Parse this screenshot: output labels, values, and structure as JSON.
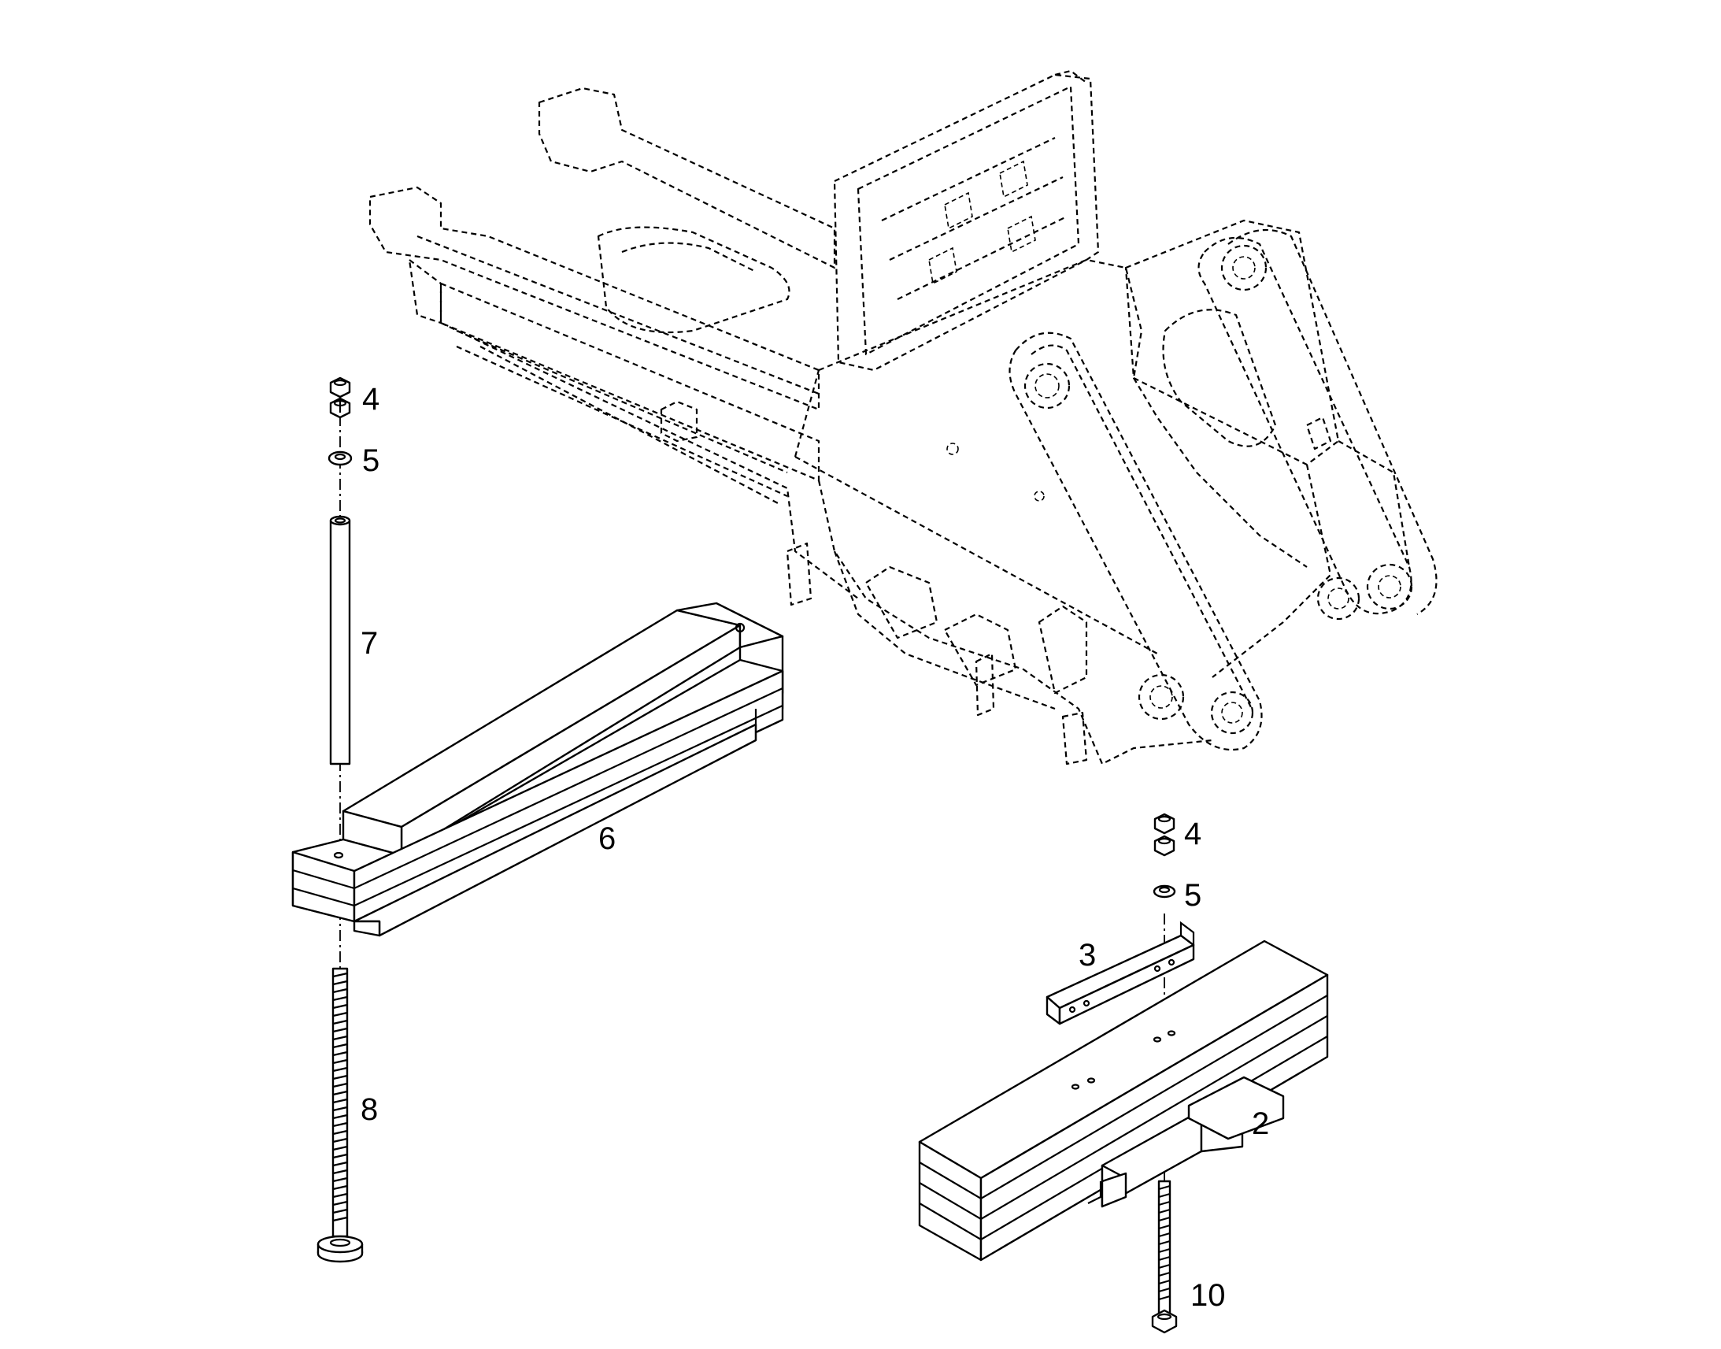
{
  "callouts": {
    "nut_top_left": "4",
    "washer_top_left": "5",
    "tube": "7",
    "counterweight_left": "6",
    "bolt_left": "8",
    "nut_right": "4",
    "washer_right": "5",
    "bracket": "3",
    "counterweight_right": "2",
    "bolt_right": "10"
  }
}
